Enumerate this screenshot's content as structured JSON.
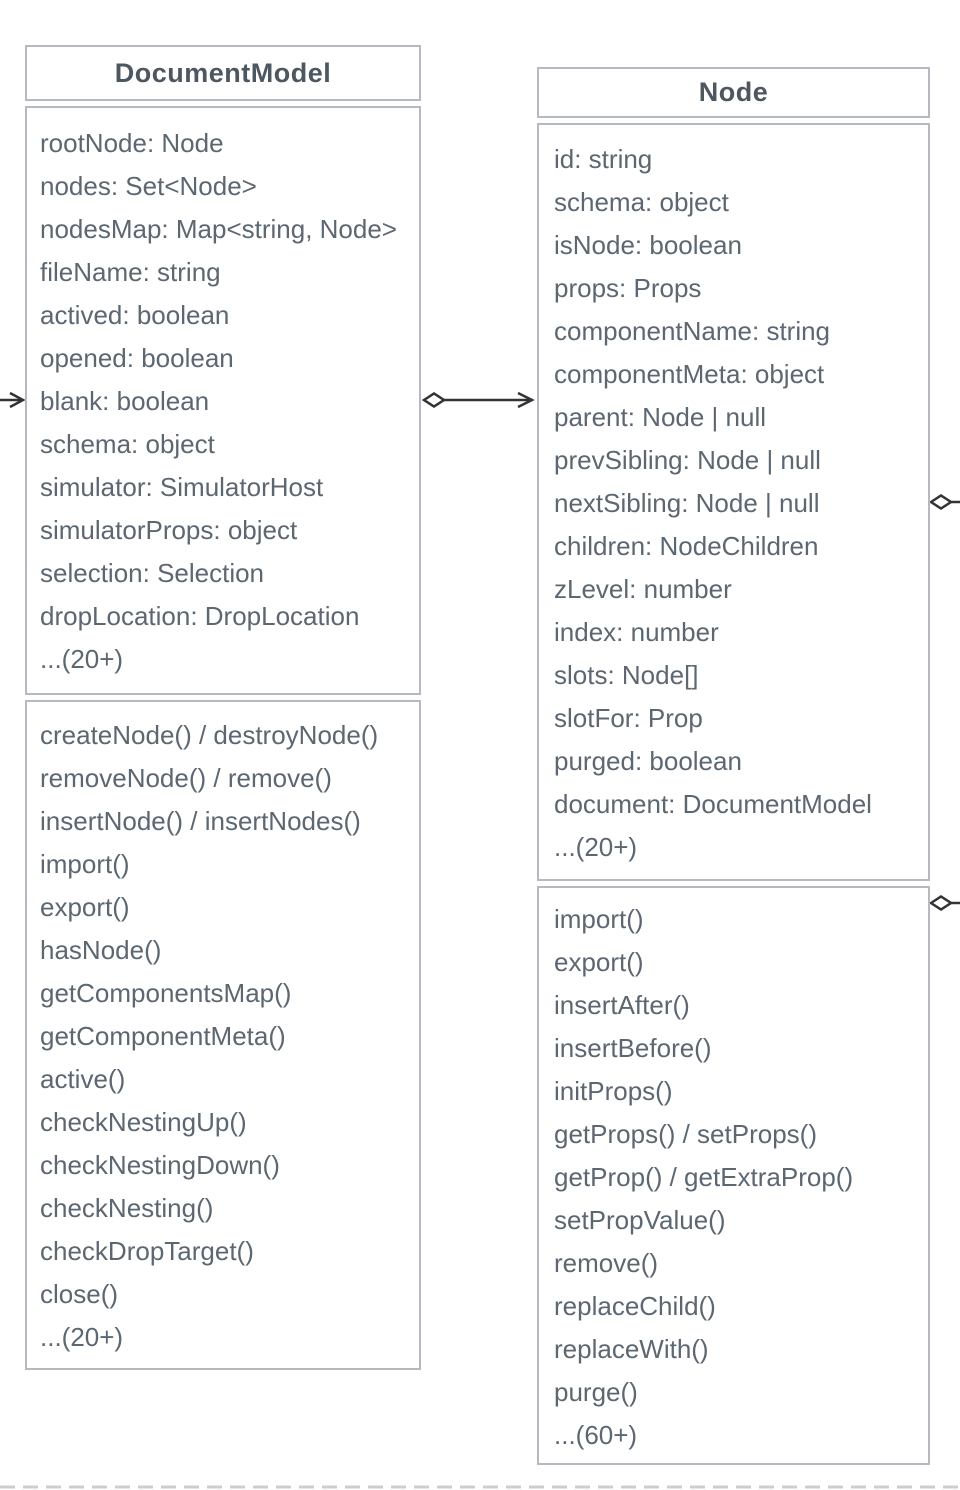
{
  "diagram": {
    "type": "uml-class-diagram",
    "classes": [
      {
        "name": "DocumentModel",
        "attributes": [
          "rootNode: Node",
          "nodes: Set<Node>",
          "nodesMap: Map<string, Node>",
          "fileName: string",
          "actived: boolean",
          "opened: boolean",
          "blank: boolean",
          "schema: object",
          "simulator: SimulatorHost",
          "simulatorProps: object",
          "selection: Selection",
          "dropLocation: DropLocation",
          "...(20+)"
        ],
        "methods": [
          "createNode() / destroyNode()",
          "removeNode() / remove()",
          "insertNode() / insertNodes()",
          "import()",
          "export()",
          "hasNode()",
          "getComponentsMap()",
          "getComponentMeta()",
          "active()",
          "checkNestingUp()",
          "checkNestingDown()",
          "checkNesting()",
          "checkDropTarget()",
          "close()",
          "...(20+)"
        ]
      },
      {
        "name": "Node",
        "attributes": [
          "id: string",
          "schema: object",
          "isNode: boolean",
          "props: Props",
          "componentName: string",
          "componentMeta: object",
          "parent: Node | null",
          "prevSibling: Node | null",
          "nextSibling: Node | null",
          "children: NodeChildren",
          "zLevel: number",
          "index: number",
          "slots: Node[]",
          "slotFor: Prop",
          "purged: boolean",
          "document: DocumentModel",
          "...(20+)"
        ],
        "methods": [
          "import()",
          "export()",
          "insertAfter()",
          "insertBefore()",
          "initProps()",
          "getProps() / setProps()",
          "getProp() / getExtraProp()",
          "setPropValue()",
          "remove()",
          "replaceChild()",
          "replaceWith()",
          "purge()",
          "...(60+)"
        ]
      }
    ],
    "connectors": [
      {
        "type": "open-arrow",
        "at": "left-edge-into-DocumentModel"
      },
      {
        "type": "aggregation-diamond-arrow",
        "at": "DocumentModel-to-Node"
      },
      {
        "type": "aggregation-diamond",
        "at": "Node-right-edge-upper"
      },
      {
        "type": "aggregation-diamond",
        "at": "Node-right-edge-lower"
      }
    ],
    "colors": {
      "box_border": "#b6bac0",
      "title_text": "#4d5760",
      "body_text": "#5d6772",
      "connector": "#333333",
      "dashed_line": "#cdcdcd",
      "background": "#ffffff"
    }
  }
}
